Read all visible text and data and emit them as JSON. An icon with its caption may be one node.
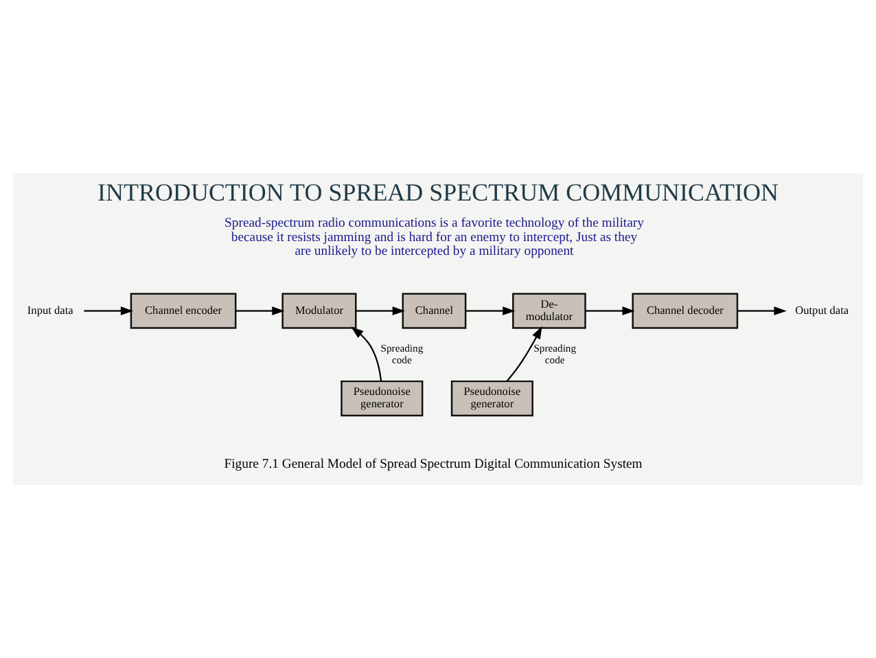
{
  "diagram": {
    "title": "INTRODUCTION TO SPREAD SPECTRUM COMMUNICATION",
    "caption": "Figure 7.1 General Model of Spread Spectrum Digital Communication System",
    "nodes": [
      {
        "text": [
          "Input data"
        ]
      },
      {
        "text": [
          "Channel encoder"
        ]
      },
      {
        "text": [
          "Modulator"
        ]
      },
      {
        "text": [
          "Channel"
        ]
      },
      {
        "text": [
          "De- modulator"
        ]
      },
      {
        "text": [
          "Channel decoder"
        ]
      },
      {
        "text": [
          "Output data"
        ]
      },
      {
        "text": [
          "Pseudonoise generator"
        ]
      },
      {
        "text": [
          "Pseudonoise generator"
        ]
      }
    ],
    "edges": [
      {
        "from": 0,
        "to": 1,
        "arrow": "to"
      },
      {
        "from": 1,
        "to": 2,
        "arrow": "to"
      },
      {
        "from": 2,
        "to": 3,
        "arrow": "to"
      },
      {
        "from": 3,
        "to": 4,
        "arrow": "to"
      },
      {
        "from": 4,
        "to": 5,
        "arrow": "to"
      },
      {
        "from": 5,
        "to": 6,
        "arrow": "to"
      },
      {
        "from": 7,
        "to": 2,
        "arrow": "to",
        "label": "Spreading code"
      },
      {
        "from": 8,
        "to": 4,
        "arrow": "to",
        "label": "Spreading code"
      }
    ],
    "labels": [
      "Spread-spectrum radio communications is a favorite technology of the military because it resists jamming and is hard for an enemy to intercept, Just as they are unlikely to be intercepted by a military opponent"
    ]
  }
}
